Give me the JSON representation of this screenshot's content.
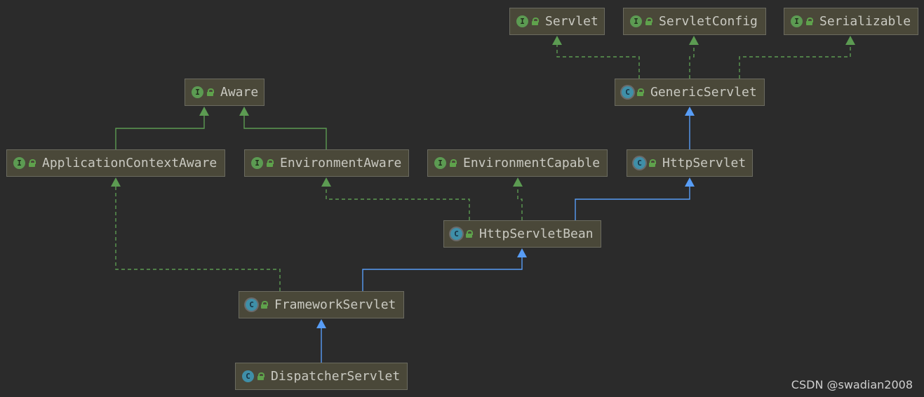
{
  "colors": {
    "background": "#2b2b2b",
    "node_fill": "#4a4839",
    "node_border": "#6b6b60",
    "implements_edge": "#5c9b52",
    "extends_edge": "#589df6",
    "interface_icon": "#5c9b52",
    "class_icon": "#3f8fa8"
  },
  "nodes": [
    {
      "id": "servlet",
      "label": "Servlet",
      "kind": "interface",
      "icon": "I"
    },
    {
      "id": "servletconfig",
      "label": "ServletConfig",
      "kind": "interface",
      "icon": "I"
    },
    {
      "id": "serializable",
      "label": "Serializable",
      "kind": "interface",
      "icon": "I"
    },
    {
      "id": "aware",
      "label": "Aware",
      "kind": "interface",
      "icon": "I"
    },
    {
      "id": "genericservlet",
      "label": "GenericServlet",
      "kind": "abstract",
      "icon": "C"
    },
    {
      "id": "appctxaware",
      "label": "ApplicationContextAware",
      "kind": "interface",
      "icon": "I"
    },
    {
      "id": "envaware",
      "label": "EnvironmentAware",
      "kind": "interface",
      "icon": "I"
    },
    {
      "id": "envcapable",
      "label": "EnvironmentCapable",
      "kind": "interface",
      "icon": "I"
    },
    {
      "id": "httpservlet",
      "label": "HttpServlet",
      "kind": "abstract",
      "icon": "C"
    },
    {
      "id": "httpservletbean",
      "label": "HttpServletBean",
      "kind": "abstract",
      "icon": "C"
    },
    {
      "id": "frameworkservlet",
      "label": "FrameworkServlet",
      "kind": "abstract",
      "icon": "C"
    },
    {
      "id": "dispatcherservlet",
      "label": "DispatcherServlet",
      "kind": "class",
      "icon": "C"
    }
  ],
  "edges": [
    {
      "from": "genericservlet",
      "to": "servlet",
      "type": "implements"
    },
    {
      "from": "genericservlet",
      "to": "servletconfig",
      "type": "implements"
    },
    {
      "from": "genericservlet",
      "to": "serializable",
      "type": "implements"
    },
    {
      "from": "appctxaware",
      "to": "aware",
      "type": "extends-interface"
    },
    {
      "from": "envaware",
      "to": "aware",
      "type": "extends-interface"
    },
    {
      "from": "httpservlet",
      "to": "genericservlet",
      "type": "extends"
    },
    {
      "from": "httpservletbean",
      "to": "envaware",
      "type": "implements"
    },
    {
      "from": "httpservletbean",
      "to": "envcapable",
      "type": "implements"
    },
    {
      "from": "httpservletbean",
      "to": "httpservlet",
      "type": "extends"
    },
    {
      "from": "frameworkservlet",
      "to": "appctxaware",
      "type": "implements"
    },
    {
      "from": "frameworkservlet",
      "to": "httpservletbean",
      "type": "extends"
    },
    {
      "from": "dispatcherservlet",
      "to": "frameworkservlet",
      "type": "extends"
    }
  ],
  "watermark": "CSDN @swadian2008"
}
